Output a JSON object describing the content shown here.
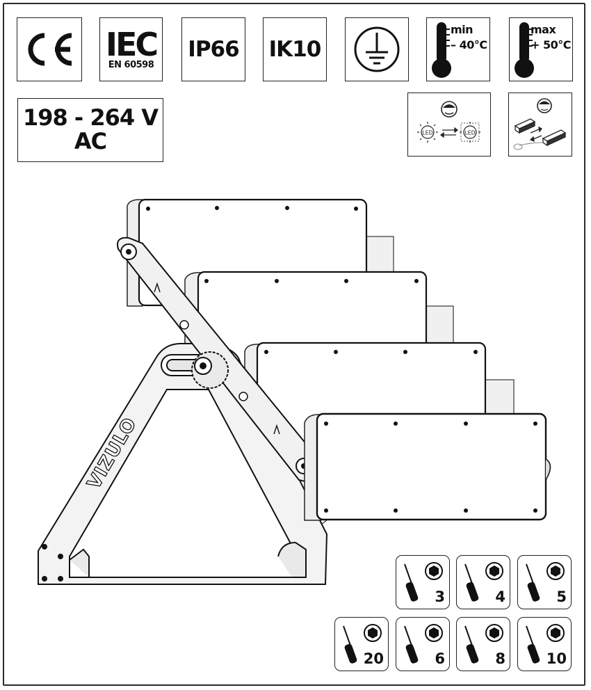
{
  "certifications": {
    "ce": "CE",
    "iec": "IEC",
    "iec_standard": "EN 60598",
    "ip": "IP66",
    "ik": "IK10",
    "ground_icon": "protective-earth-icon"
  },
  "temperature": {
    "min_label": "min",
    "min_value": "– 40°C",
    "max_label": "max",
    "max_value": "+ 50°C",
    "icon": "thermometer-icon"
  },
  "voltage": {
    "line1": "198 - 264 V",
    "line2": "AC"
  },
  "service_icons": {
    "led_swap_label_left": "LED",
    "led_swap_label_right": "LED",
    "led_swap": "led-module-replaceable-icon",
    "driver_swap": "driver-replaceable-icon"
  },
  "product": {
    "brand": "VIZULO",
    "illustration": "floodlight-four-module-bracket"
  },
  "tools": [
    {
      "size": "3"
    },
    {
      "size": "4"
    },
    {
      "size": "5"
    },
    {
      "size": "20"
    },
    {
      "size": "6"
    },
    {
      "size": "8"
    },
    {
      "size": "10"
    }
  ]
}
